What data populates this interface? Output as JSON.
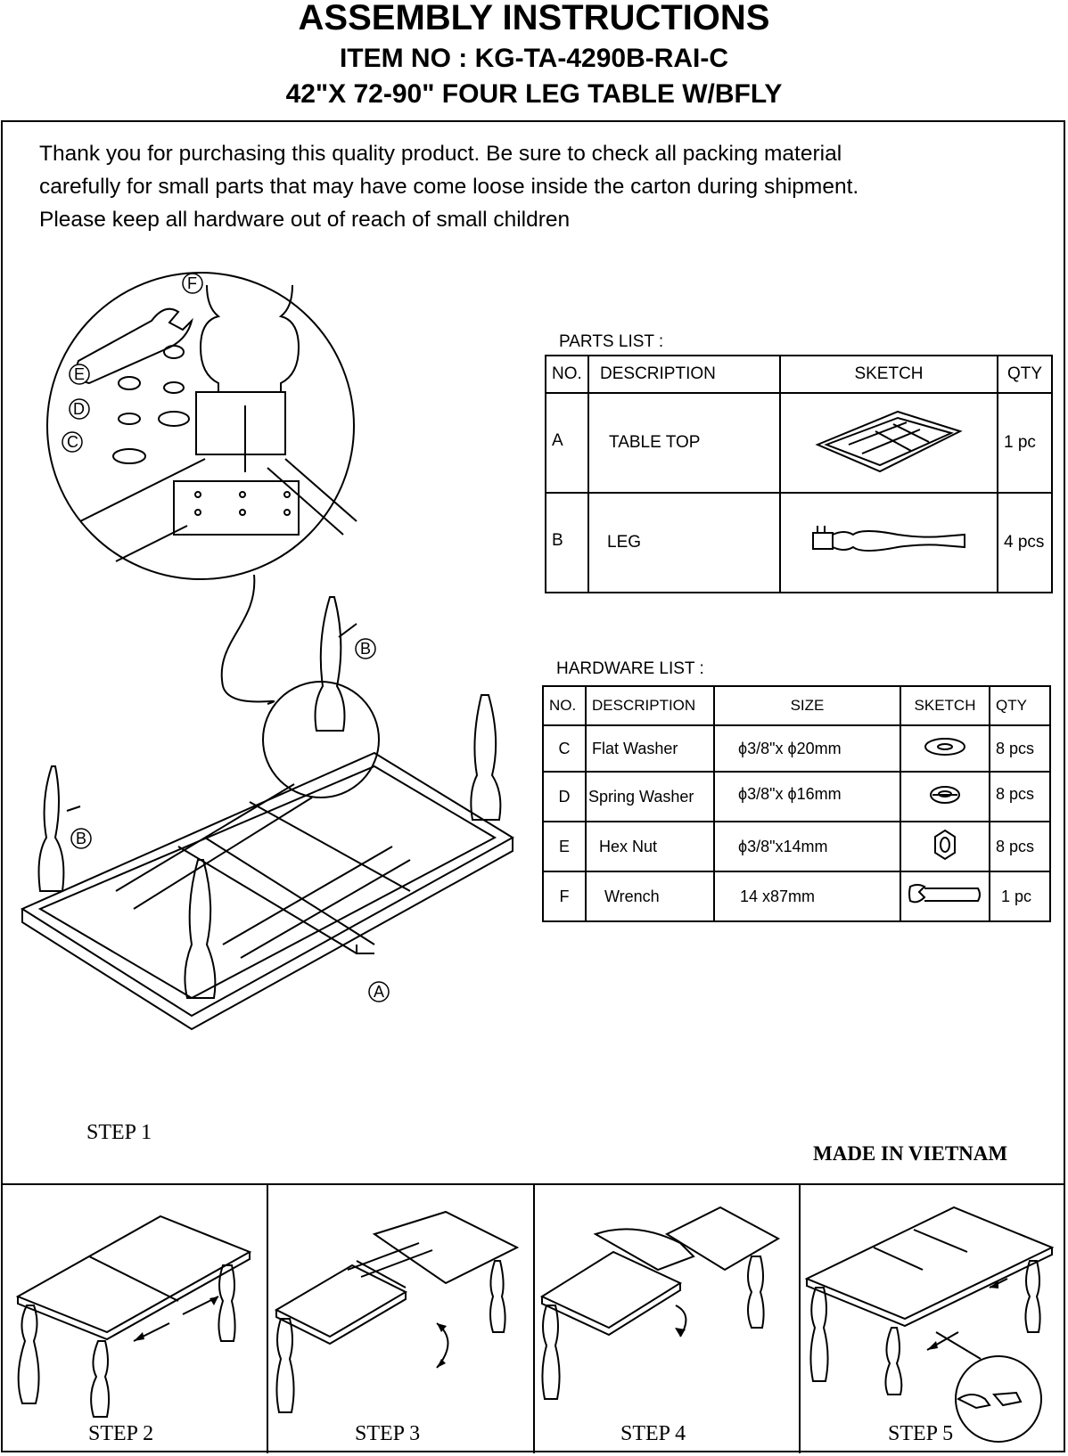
{
  "header": {
    "title": "ASSEMBLY INSTRUCTIONS",
    "item_no": "ITEM NO : KG-TA-4290B-RAI-C",
    "product": "42\"X 72-90\" FOUR LEG TABLE W/BFLY"
  },
  "intro": {
    "line1": "Thank you for purchasing this quality product. Be sure to check all packing material",
    "line2": "carefully for small parts that may have come loose inside the carton during shipment.",
    "line3": "Please keep all hardware out of reach of small children"
  },
  "callouts": {
    "a": "A",
    "b": "B",
    "c": "C",
    "d": "D",
    "e": "E",
    "f": "F"
  },
  "parts_list": {
    "title": "PARTS LIST :",
    "headers": {
      "no": "NO.",
      "description": "DESCRIPTION",
      "sketch": "SKETCH",
      "qty": "QTY"
    },
    "rows": [
      {
        "no": "A",
        "description": "TABLE TOP",
        "qty": "1 pc",
        "sketch_icon": "table-top-icon"
      },
      {
        "no": "B",
        "description": "LEG",
        "qty": "4 pcs",
        "sketch_icon": "leg-icon"
      }
    ]
  },
  "hardware_list": {
    "title": "HARDWARE LIST :",
    "headers": {
      "no": "NO.",
      "description": "DESCRIPTION",
      "size": "SIZE",
      "sketch": "SKETCH",
      "qty": "QTY"
    },
    "rows": [
      {
        "no": "C",
        "description": "Flat Washer",
        "size": "ϕ3/8\"x ϕ20mm",
        "qty": "8 pcs",
        "sketch_icon": "flat-washer-icon"
      },
      {
        "no": "D",
        "description": "Spring Washer",
        "size": "ϕ3/8\"x ϕ16mm",
        "qty": "8 pcs",
        "sketch_icon": "spring-washer-icon"
      },
      {
        "no": "E",
        "description": "Hex Nut",
        "size": "ϕ3/8\"x14mm",
        "qty": "8 pcs",
        "sketch_icon": "hex-nut-icon"
      },
      {
        "no": "F",
        "description": "Wrench",
        "size": "14 x87mm",
        "qty": "1 pc",
        "sketch_icon": "wrench-icon"
      }
    ]
  },
  "steps": {
    "step1": "STEP 1",
    "step2": "STEP 2",
    "step3": "STEP 3",
    "step4": "STEP 4",
    "step5": "STEP 5"
  },
  "made_in": "MADE IN VIETNAM"
}
